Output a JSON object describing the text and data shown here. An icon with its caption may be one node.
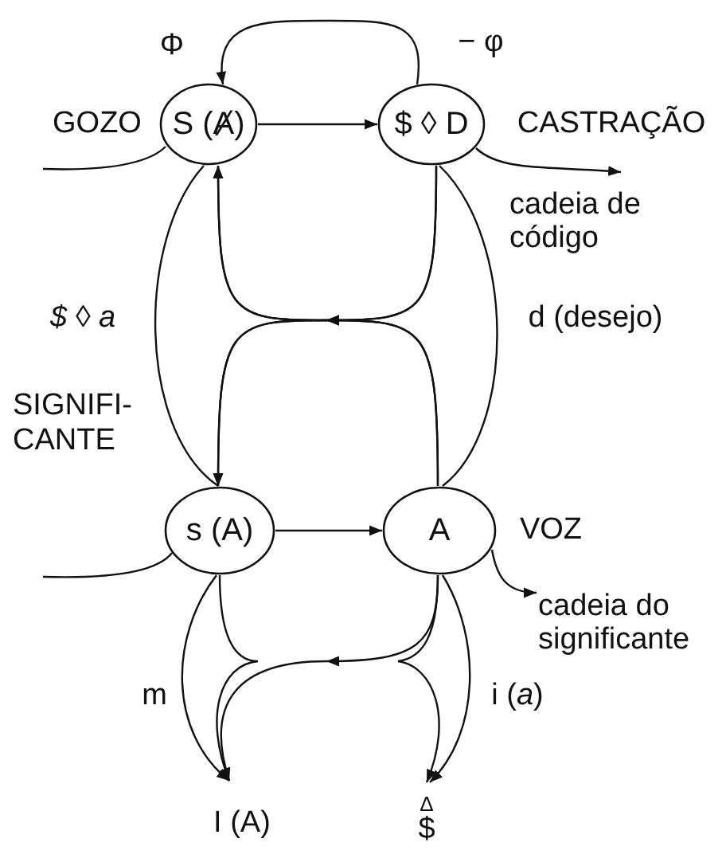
{
  "diagram": {
    "nodes": [
      {
        "text": [
          "S (Ⱥ)"
        ]
      },
      {
        "text": [
          "$ ◊ D"
        ]
      },
      {
        "text": [
          "s (A)"
        ]
      },
      {
        "text": [
          "A"
        ]
      },
      {
        "text": [
          "I (A)"
        ]
      },
      {
        "text": [
          "Δ",
          "$"
        ]
      },
      {
        "text": [
          "cadeia de código"
        ]
      },
      {
        "text": [
          "cadeia do significante"
        ]
      }
    ],
    "edges": [
      {
        "from": null,
        "to": 0,
        "arrow": "none"
      },
      {
        "from": 0,
        "to": 1,
        "arrow": "to"
      },
      {
        "from": 1,
        "to": 0,
        "arrow": "to"
      },
      {
        "from": 1,
        "to": 6,
        "arrow": "to"
      },
      {
        "from": 1,
        "to": 0,
        "arrow": "to"
      },
      {
        "from": 1,
        "to": 2,
        "arrow": "to"
      },
      {
        "from": 3,
        "to": 0,
        "arrow": "to"
      },
      {
        "from": 3,
        "to": 2,
        "arrow": "to"
      },
      {
        "from": 2,
        "to": 0,
        "arrow": "none",
        "label": "$ ◊ a"
      },
      {
        "from": 1,
        "to": 3,
        "arrow": "none",
        "label": "d (desejo)"
      },
      {
        "from": null,
        "to": 2,
        "arrow": "none"
      },
      {
        "from": 2,
        "to": 3,
        "arrow": "to"
      },
      {
        "from": 3,
        "to": 7,
        "arrow": "to"
      },
      {
        "from": 3,
        "to": 4,
        "arrow": "to"
      },
      {
        "from": 2,
        "to": 4,
        "arrow": "to"
      },
      {
        "from": 3,
        "to": 5,
        "arrow": "to"
      },
      {
        "from": 2,
        "to": 4,
        "arrow": "to",
        "label": "m"
      },
      {
        "from": 3,
        "to": 5,
        "arrow": "to",
        "label": "i (*a*)"
      }
    ],
    "labels": [
      "Φ",
      "− φ",
      "GOZO",
      "CASTRAÇÃO",
      "SIGNIFI- CANTE",
      "VOZ"
    ]
  }
}
